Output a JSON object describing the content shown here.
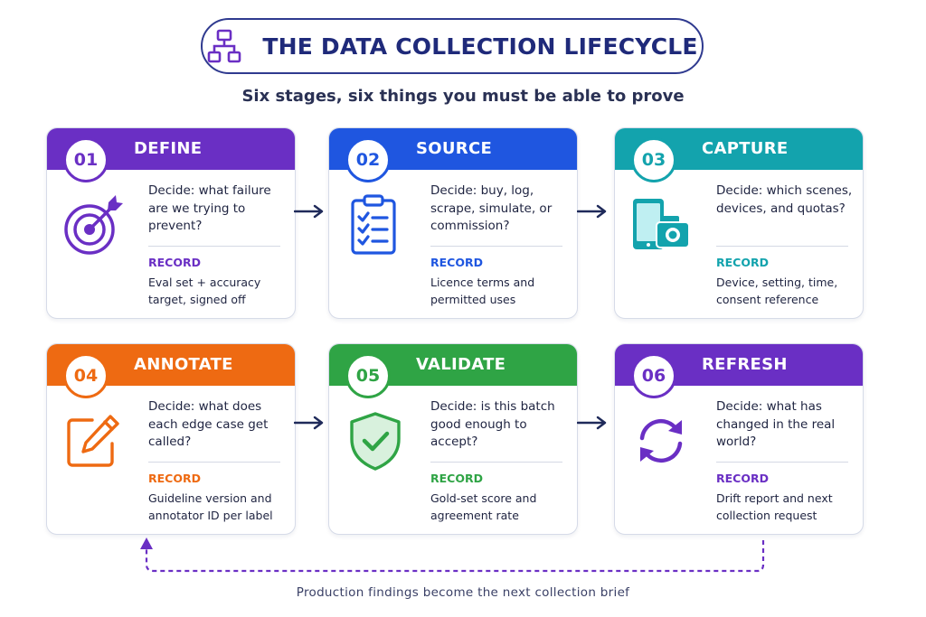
{
  "header": {
    "title": "THE DATA COLLECTION LIFECYCLE",
    "subtitle": "Six stages, six things you must be able to prove",
    "icon": "hierarchy-icon"
  },
  "stages": [
    {
      "number": "01",
      "title": "DEFINE",
      "color": "#6a2fc4",
      "icon": "target-icon",
      "decide": "Decide: what failure are we trying to prevent?",
      "record_label": "RECORD",
      "record": "Eval set + accuracy target, signed off"
    },
    {
      "number": "02",
      "title": "SOURCE",
      "color": "#1f56e0",
      "icon": "clipboard-checklist-icon",
      "decide": "Decide: buy, log, scrape, simulate, or commission?",
      "record_label": "RECORD",
      "record": "Licence terms and permitted uses"
    },
    {
      "number": "03",
      "title": "CAPTURE",
      "color": "#13a3ad",
      "icon": "phone-camera-icon",
      "decide": "Decide: which scenes, devices, and quotas?",
      "record_label": "RECORD",
      "record": "Device, setting, time, consent reference"
    },
    {
      "number": "04",
      "title": "ANNOTATE",
      "color": "#ee6a12",
      "icon": "edit-pencil-icon",
      "decide": "Decide: what does each edge case get called?",
      "record_label": "RECORD",
      "record": "Guideline version and annotator ID per label"
    },
    {
      "number": "05",
      "title": "VALIDATE",
      "color": "#2fa445",
      "icon": "shield-check-icon",
      "decide": "Decide: is this batch good enough to accept?",
      "record_label": "RECORD",
      "record": "Gold-set score and agreement rate"
    },
    {
      "number": "06",
      "title": "REFRESH",
      "color": "#6a2fc4",
      "icon": "refresh-icon",
      "decide": "Decide: what has changed in the real world?",
      "record_label": "RECORD",
      "record": "Drift report and next collection request"
    }
  ],
  "footer": "Production findings become the next collection brief",
  "colors": {
    "navy": "#1f2a7a",
    "arrow": "#1f2a5a",
    "loop": "#6a2fc4"
  }
}
